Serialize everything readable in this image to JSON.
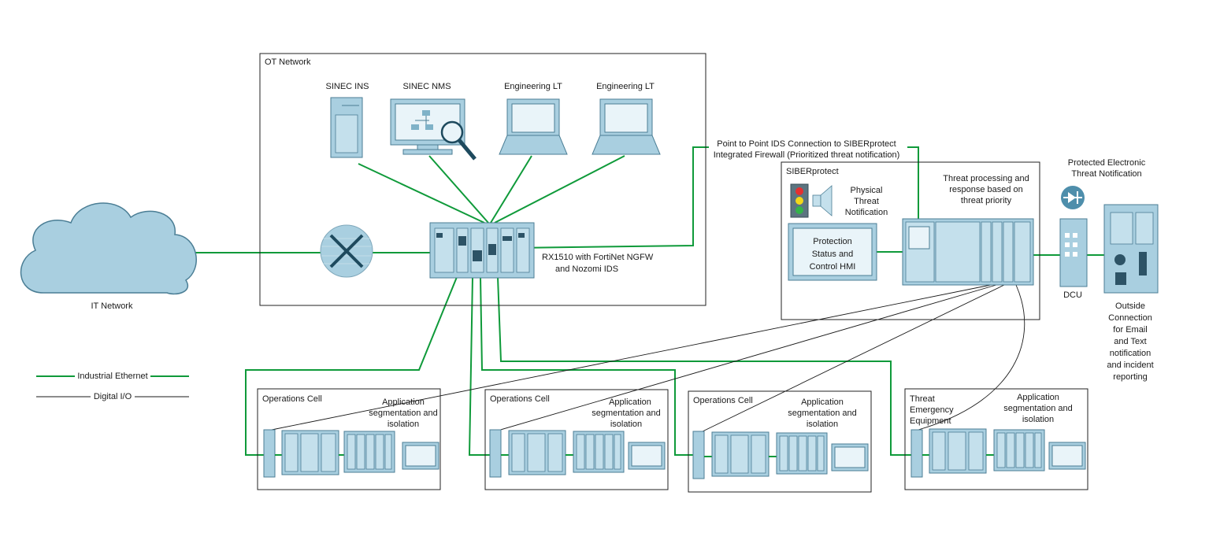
{
  "ot_network": {
    "title": "OT Network"
  },
  "ot_devices": {
    "sinec_ins": "SINEC INS",
    "sinec_nms": "SINEC NMS",
    "eng_lt_1": "Engineering LT",
    "eng_lt_2": "Engineering LT"
  },
  "rx1510": {
    "line1": "RX1510 with FortiNet NGFW",
    "line2": "and Nozomi IDS"
  },
  "it_network": {
    "label": "IT Network"
  },
  "legend": {
    "ethernet": "Industrial Ethernet",
    "digital": "Digital I/O"
  },
  "ids_connection": {
    "line1": "Point to Point IDS Connection to SIBERprotect",
    "line2": "Integrated Firewall (Prioritized threat notification)"
  },
  "siberprotect": {
    "title": "SIBERprotect",
    "physical": [
      "Physical",
      "Threat",
      "Notification"
    ],
    "hmi": [
      "Protection",
      "Status and",
      "Control HMI"
    ],
    "threat_processing": [
      "Threat processing and",
      "response based on",
      "threat priority"
    ]
  },
  "protected_notification": {
    "line1": "Protected Electronic",
    "line2": "Threat Notification"
  },
  "dcu": {
    "label": "DCU"
  },
  "outside_connection": [
    "Outside",
    "Connection",
    "for Email",
    "and Text",
    "notification",
    "and incident",
    "reporting"
  ],
  "cells": [
    {
      "title": [
        "Operations Cell"
      ],
      "seg": [
        "Application",
        "segmentation and",
        "isolation"
      ]
    },
    {
      "title": [
        "Operations Cell"
      ],
      "seg": [
        "Application",
        "segmentation and",
        "isolation"
      ]
    },
    {
      "title": [
        "Operations Cell"
      ],
      "seg": [
        "Application",
        "segmentation and",
        "isolation"
      ]
    },
    {
      "title": [
        "Threat",
        "Emergency",
        "Equipment"
      ],
      "seg": [
        "Application",
        "segmentation and",
        "isolation"
      ]
    }
  ],
  "colors": {
    "ethernet": "#0f9a3a",
    "device": "#a9cfe0",
    "outline": "#222222"
  },
  "icons": [
    "server-icon",
    "network-monitor-icon",
    "laptop-icon",
    "cloud-icon",
    "router-icon",
    "firewall-module-icon",
    "traffic-light-icon",
    "speaker-icon",
    "hmi-panel-icon",
    "plc-rack-icon",
    "data-diode-icon",
    "switch-icon",
    "gateway-icon"
  ]
}
